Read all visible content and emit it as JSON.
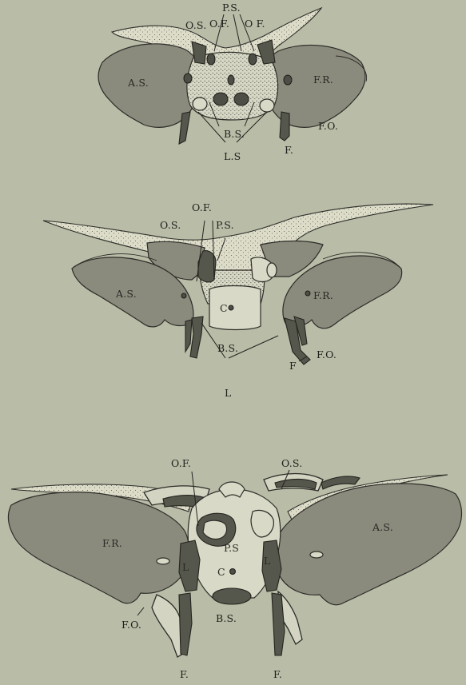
{
  "figures": [
    {
      "id": "top",
      "labels": {
        "ps": "P.S.",
        "os": "O.S.",
        "of_left": "O.F.",
        "of_right": "O F.",
        "as": "A.S.",
        "fr": "F.R.",
        "fo": "F.O.",
        "bs": "B.S.",
        "f": "F.",
        "ls": "L.S"
      }
    },
    {
      "id": "middle",
      "labels": {
        "of": "O.F.",
        "os": "O.S.",
        "ps": "P.S.",
        "as": "A.S.",
        "fr": "F.R.",
        "c": "C",
        "bs": "B.S.",
        "fo": "F.O.",
        "f": "F",
        "l": "L"
      }
    },
    {
      "id": "bottom",
      "labels": {
        "of": "O.F.",
        "os": "O.S.",
        "as": "A.S.",
        "fr": "F.R.",
        "ps": "P.S",
        "l_left": "L",
        "c": "C",
        "l_right": "L",
        "bs": "B.S.",
        "fo": "F.O.",
        "f_left": "F.",
        "f_right": "F."
      }
    }
  ],
  "colors": {
    "background": "#b9bca7",
    "bone_light": "#d3d4c2",
    "wing_shade": "#8a8b7d",
    "dark_shade": "#55564c",
    "ink": "#1f1e1b"
  }
}
